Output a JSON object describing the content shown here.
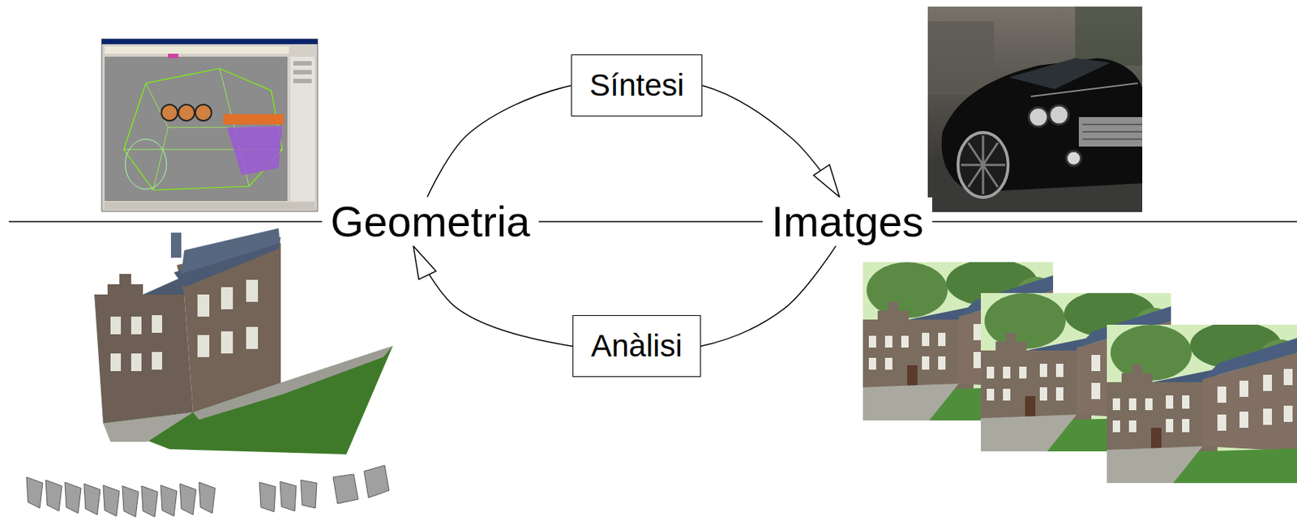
{
  "diagram": {
    "nodes": [
      {
        "text": [
          "Geometria"
        ]
      },
      {
        "text": [
          "Imatges"
        ]
      }
    ],
    "edges": [
      {
        "from": 0,
        "to": 1,
        "label": "Síntesi",
        "arrow": "to"
      },
      {
        "from": 1,
        "to": 0,
        "label": "Anàlisi",
        "arrow": "to"
      }
    ]
  }
}
